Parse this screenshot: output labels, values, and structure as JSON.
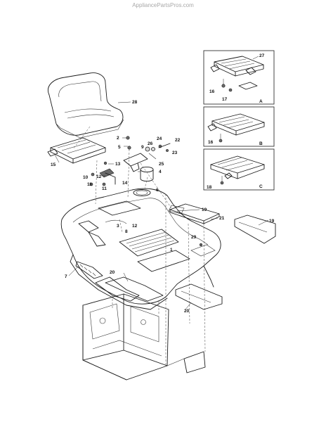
{
  "watermark": "AppliancePartsPros.com",
  "callouts": {
    "c28": "28",
    "c2": "2",
    "c5": "5",
    "c9": "9",
    "c26": "26",
    "c24": "24",
    "c22": "22",
    "c23": "23",
    "c25": "25",
    "c15": "15",
    "c13": "13",
    "c12a": "12",
    "c10": "10",
    "c11a": "11",
    "c11b": "11",
    "c14": "14",
    "c4": "4",
    "c6": "6",
    "c19a": "19",
    "c21": "21",
    "c19b": "19",
    "c12b": "12",
    "c3": "3",
    "c8": "8",
    "c29": "29",
    "c1": "1",
    "c7": "7",
    "c20a": "20",
    "c20b": "20",
    "c27": "27",
    "c16a": "16",
    "c17": "17",
    "c16b": "16",
    "c18": "18"
  },
  "insets": {
    "a": "A",
    "b": "B",
    "c": "C"
  }
}
